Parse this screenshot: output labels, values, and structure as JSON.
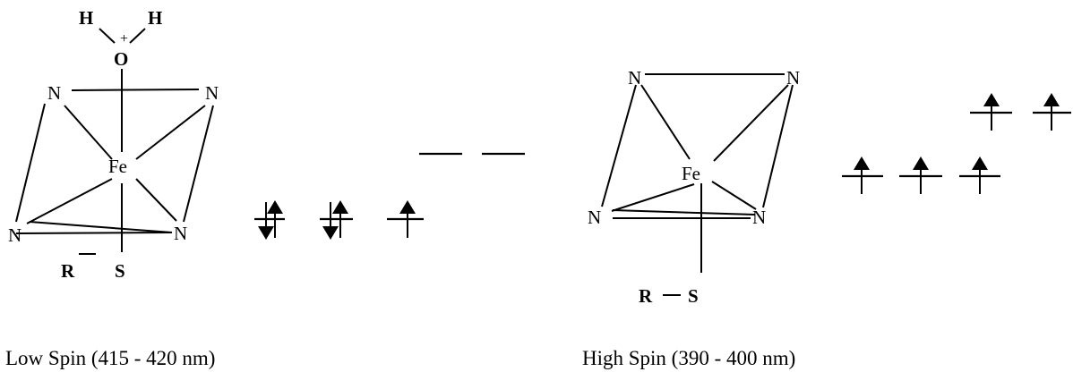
{
  "low_spin": {
    "caption": "Low Spin (415 - 420 nm)",
    "metal": "Fe",
    "equatorial_ligand": "N",
    "axial_top": {
      "oxygen": "O",
      "hydrogen": "H",
      "charge": "+"
    },
    "axial_bottom": {
      "sulfur": "S",
      "group": "R"
    },
    "t2g": [
      "up-down",
      "up-down",
      "up"
    ],
    "eg": [
      "empty",
      "empty"
    ]
  },
  "high_spin": {
    "caption": "High Spin (390 - 400 nm)",
    "metal": "Fe",
    "equatorial_ligand": "N",
    "axial_bottom": {
      "sulfur": "S",
      "group": "R"
    },
    "t2g": [
      "up",
      "up",
      "up"
    ],
    "eg": [
      "up",
      "up"
    ]
  }
}
